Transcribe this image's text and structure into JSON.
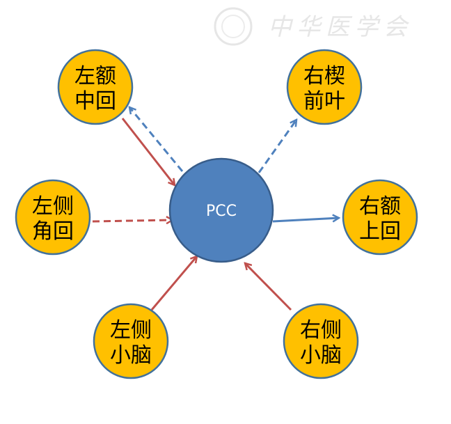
{
  "watermark": {
    "text": "中华医学会"
  },
  "colors": {
    "node_fill": "#FFC000",
    "center_fill": "#4F81BD",
    "red": "#C0504D",
    "blue": "#4F81BD"
  },
  "center": {
    "label": "PCC"
  },
  "nodes": [
    {
      "id": "lmfg",
      "lines": [
        "左额",
        "中回"
      ]
    },
    {
      "id": "rprec",
      "lines": [
        "右楔",
        "前叶"
      ]
    },
    {
      "id": "lag",
      "lines": [
        "左侧",
        "角回"
      ]
    },
    {
      "id": "rsfg",
      "lines": [
        "右额",
        "上回"
      ]
    },
    {
      "id": "lcb",
      "lines": [
        "左侧",
        "小脑"
      ]
    },
    {
      "id": "rcb",
      "lines": [
        "右侧",
        "小脑"
      ]
    }
  ],
  "edges": [
    {
      "from": "lmfg",
      "to": "PCC",
      "color": "red",
      "style": "solid"
    },
    {
      "from": "PCC",
      "to": "lmfg",
      "color": "blue",
      "style": "dashed"
    },
    {
      "from": "lag",
      "to": "PCC",
      "color": "red",
      "style": "dashed"
    },
    {
      "from": "PCC",
      "to": "rprec",
      "color": "blue",
      "style": "dashed"
    },
    {
      "from": "PCC",
      "to": "rsfg",
      "color": "blue",
      "style": "solid"
    },
    {
      "from": "lcb",
      "to": "PCC",
      "color": "red",
      "style": "solid"
    },
    {
      "from": "rcb",
      "to": "PCC",
      "color": "red",
      "style": "solid"
    }
  ]
}
